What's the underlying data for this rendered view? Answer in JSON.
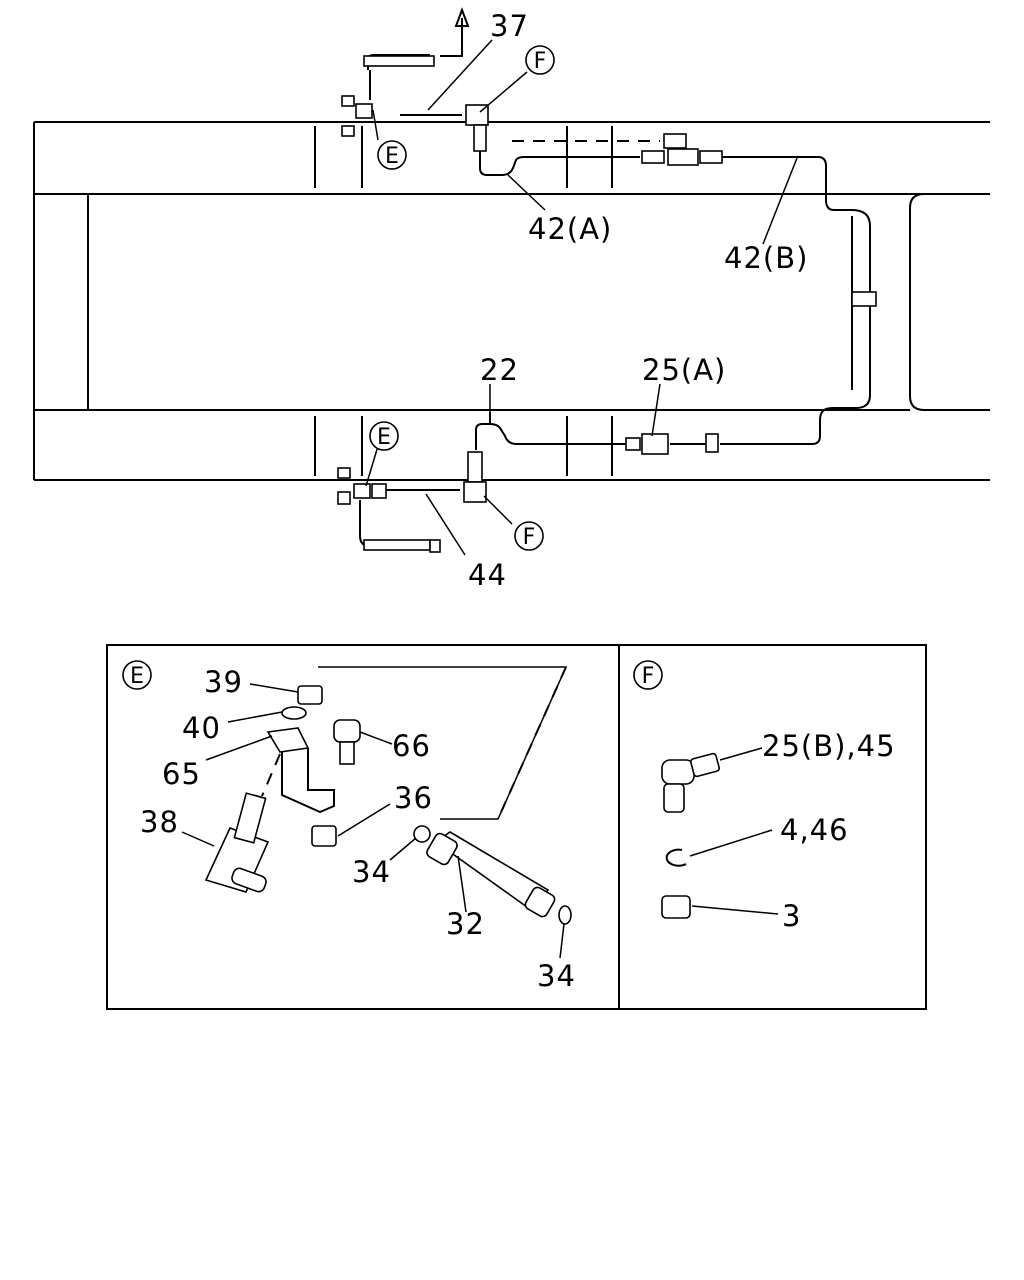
{
  "callouts": {
    "c37": "37",
    "cF_top": "F",
    "cE_top": "E",
    "c42A": "42(A)",
    "c42B": "42(B)",
    "c22": "22",
    "c25A": "25(A)",
    "cE_bot": "E",
    "cF_bot": "F",
    "c44": "44"
  },
  "detail_e": {
    "tag": "E",
    "parts": {
      "p39": "39",
      "p40": "40",
      "p65": "65",
      "p66": "66",
      "p38": "38",
      "p36": "36",
      "p34a": "34",
      "p32": "32",
      "p34b": "34"
    }
  },
  "detail_f": {
    "tag": "F",
    "parts": {
      "p25b45": "25(B),45",
      "p446": "4,46",
      "p3": "3"
    }
  }
}
